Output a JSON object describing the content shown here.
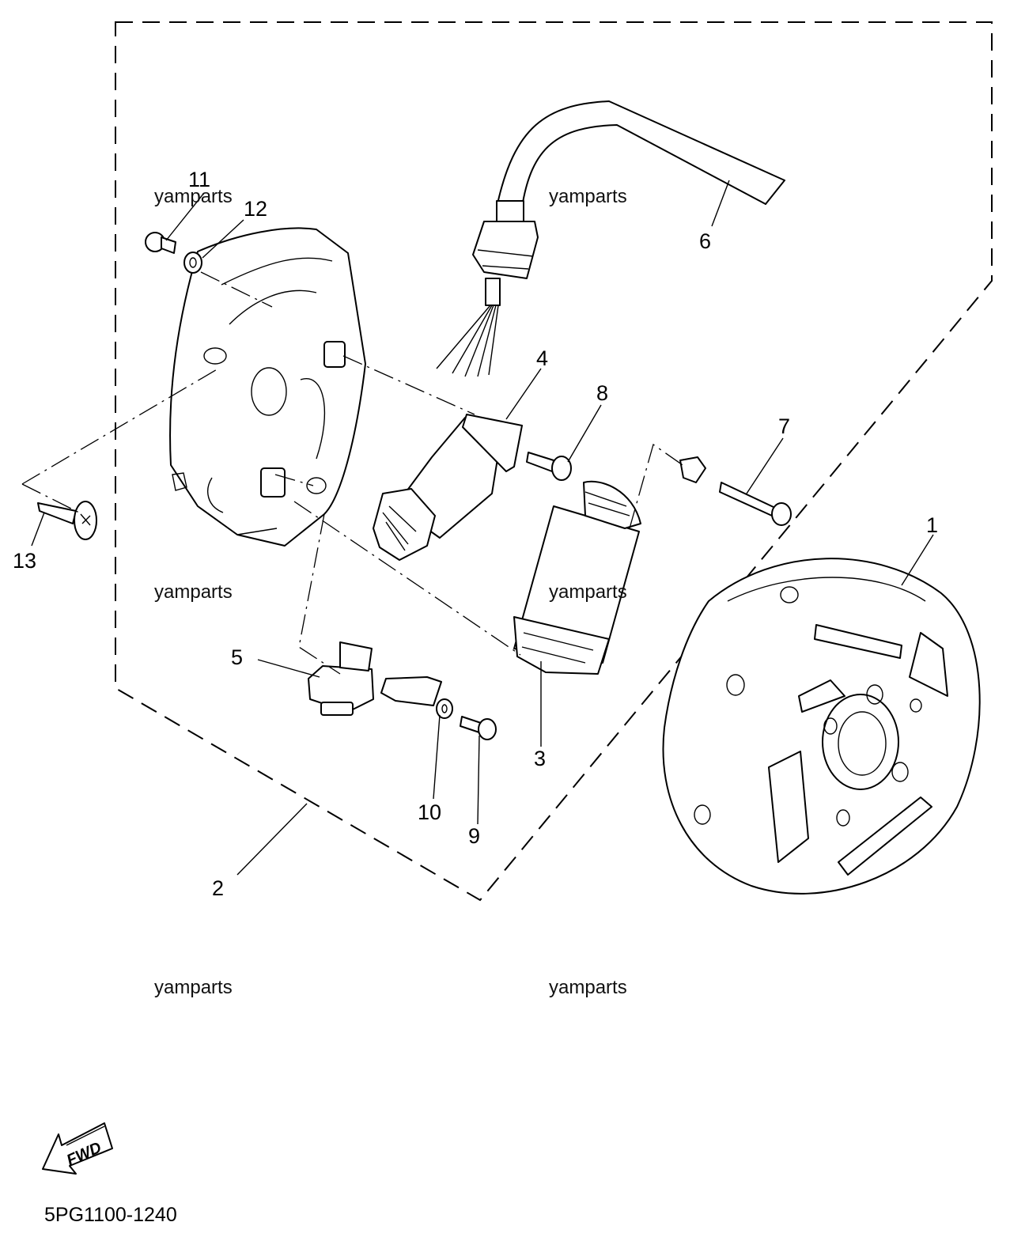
{
  "diagram": {
    "callouts": [
      {
        "id": "1",
        "label": "1"
      },
      {
        "id": "2",
        "label": "2"
      },
      {
        "id": "3",
        "label": "3"
      },
      {
        "id": "4",
        "label": "4"
      },
      {
        "id": "5",
        "label": "5"
      },
      {
        "id": "6",
        "label": "6"
      },
      {
        "id": "7",
        "label": "7"
      },
      {
        "id": "8",
        "label": "8"
      },
      {
        "id": "9",
        "label": "9"
      },
      {
        "id": "10",
        "label": "10"
      },
      {
        "id": "11",
        "label": "11"
      },
      {
        "id": "12",
        "label": "12"
      },
      {
        "id": "13",
        "label": "13"
      }
    ],
    "watermark": "yamparts",
    "direction_label": "FWD",
    "diagram_code": "5PG1100-1240"
  }
}
